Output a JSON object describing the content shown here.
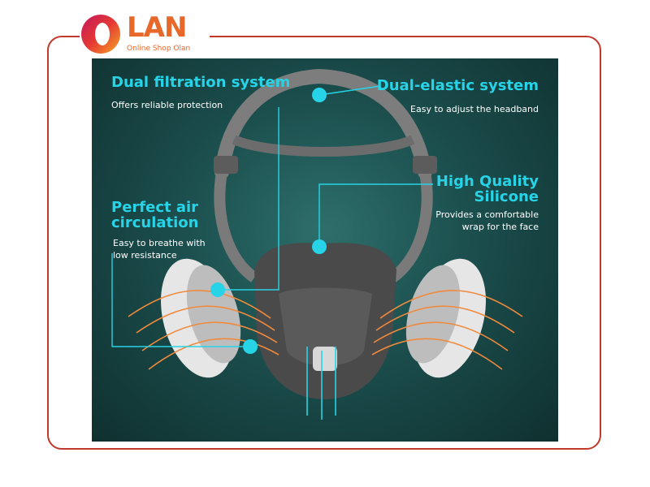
{
  "brand": {
    "name": "LAN",
    "tagline": "Online Shop Olan",
    "color": "#e8672a"
  },
  "features": {
    "dual_filtration": {
      "title": "Dual filtration system",
      "desc": "Offers reliable protection"
    },
    "dual_elastic": {
      "title": "Dual-elastic system",
      "desc": "Easy to adjust the headband"
    },
    "high_quality": {
      "title_line1": "High Quality",
      "title_line2": "Silicone",
      "desc_line1": "Provides a comfortable",
      "desc_line2": "wrap for the face"
    },
    "air_circulation": {
      "title_line1": "Perfect air",
      "title_line2": "circulation",
      "desc_line1": "Easy to breathe with",
      "desc_line2": "low resistance"
    }
  },
  "colors": {
    "accent": "#27d3e6",
    "airflow": "#f08a3c",
    "frame": "#c0392b",
    "panel_dark": "#0f302f"
  },
  "icons": [
    "respirator-mask-image",
    "olan-logo-icon"
  ]
}
